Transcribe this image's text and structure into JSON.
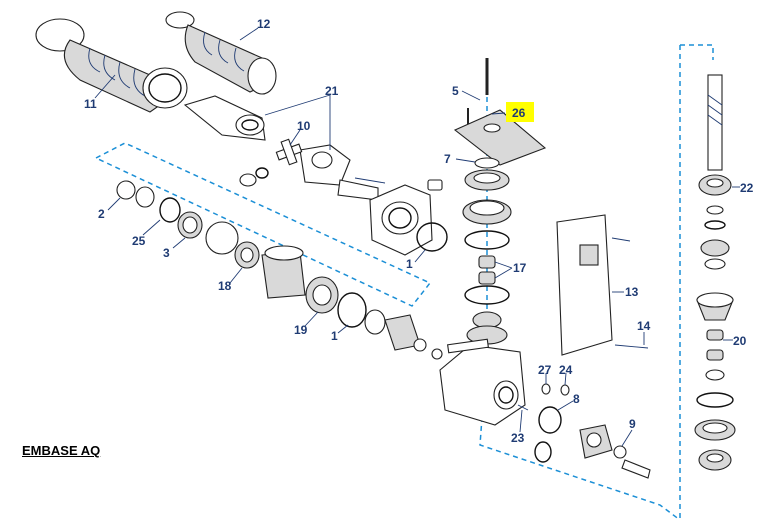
{
  "diagram": {
    "title": "EMBASE AQ",
    "highlight_color": "#ffff00",
    "dash_color": "#1b8fd6",
    "label_color": "#1f3b73",
    "callouts": [
      "1",
      "1",
      "1",
      "2",
      "3",
      "5",
      "7",
      "8",
      "9",
      "10",
      "11",
      "12",
      "13",
      "14",
      "17",
      "18",
      "19",
      "20",
      "21",
      "22",
      "23",
      "24",
      "25",
      "26",
      "27"
    ]
  }
}
